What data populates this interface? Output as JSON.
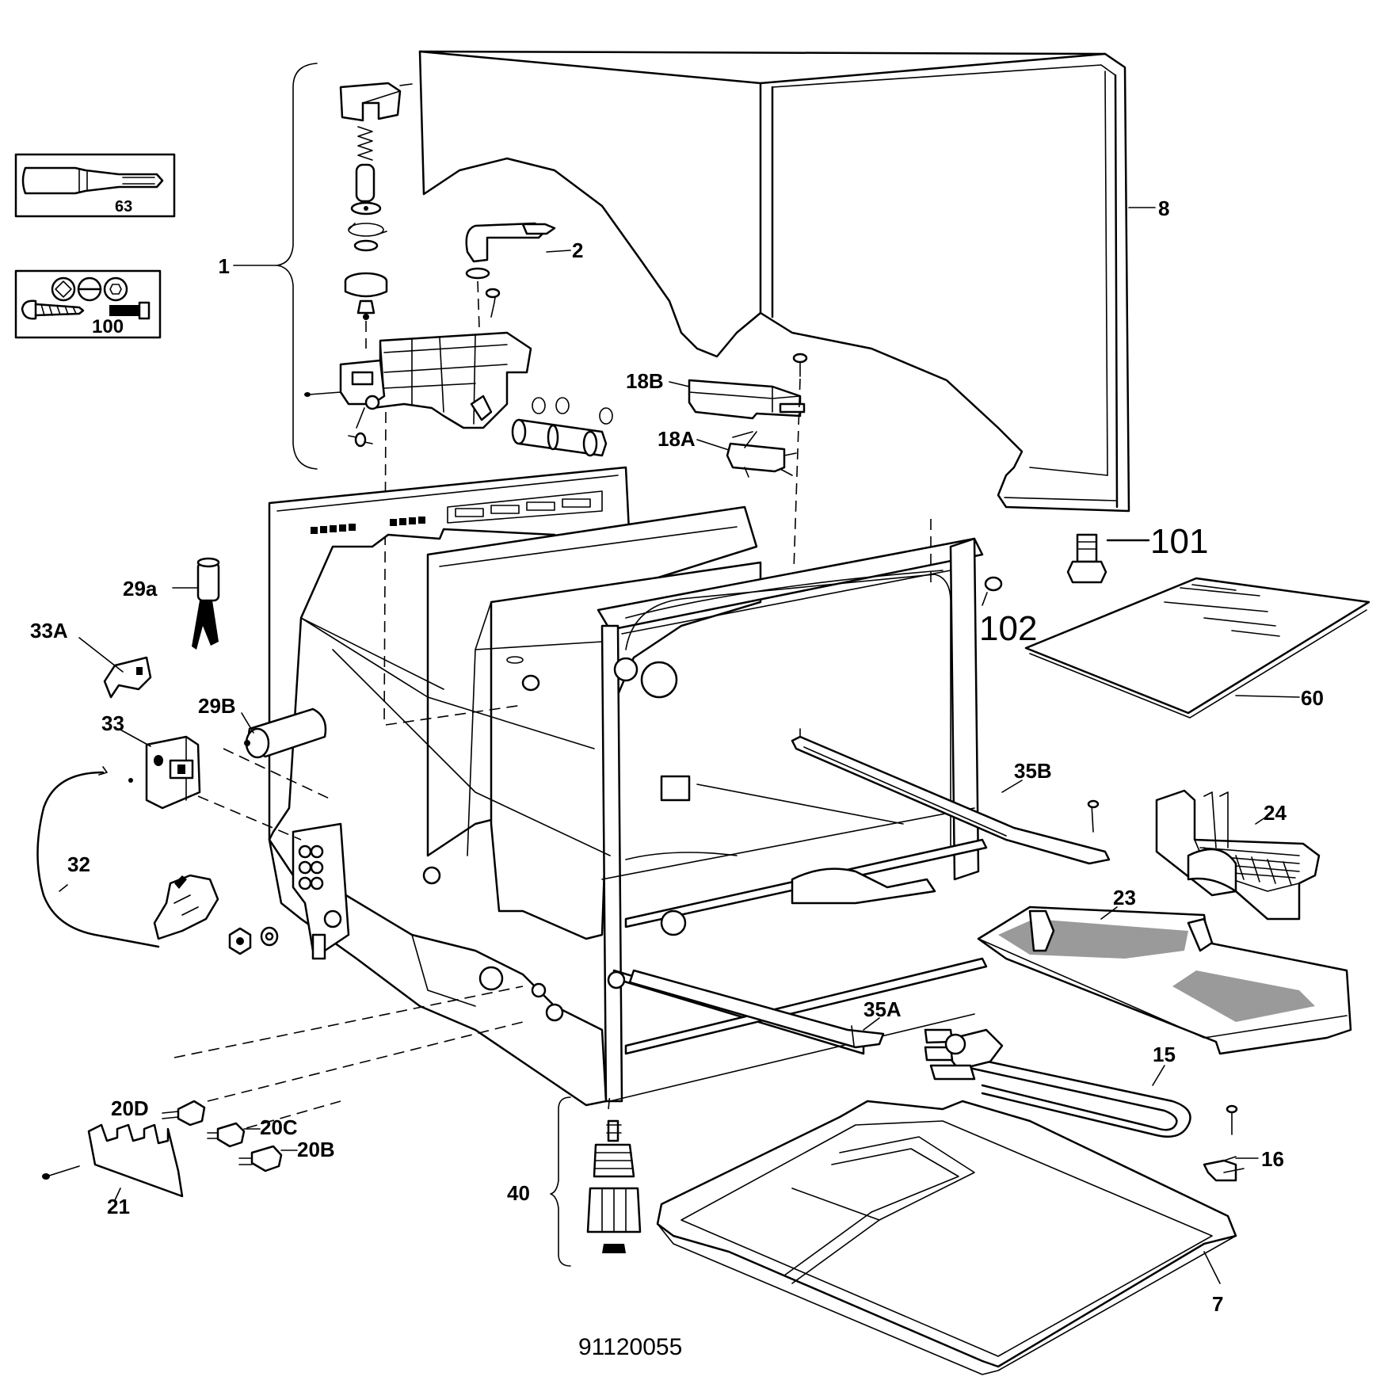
{
  "diagram": {
    "document_number": "91120055",
    "callouts": {
      "c1": "1",
      "c2": "2",
      "c7": "7",
      "c8": "8",
      "c15": "15",
      "c16": "16",
      "c18A": "18A",
      "c18B": "18B",
      "c20B": "20B",
      "c20C": "20C",
      "c20D": "20D",
      "c21": "21",
      "c23": "23",
      "c24": "24",
      "c29a": "29a",
      "c29B": "29B",
      "c32": "32",
      "c33": "33",
      "c33A": "33A",
      "c35A": "35A",
      "c35B": "35B",
      "c40": "40",
      "c60": "60",
      "c63": "63",
      "c100": "100",
      "c101": "101",
      "c102": "102"
    }
  }
}
